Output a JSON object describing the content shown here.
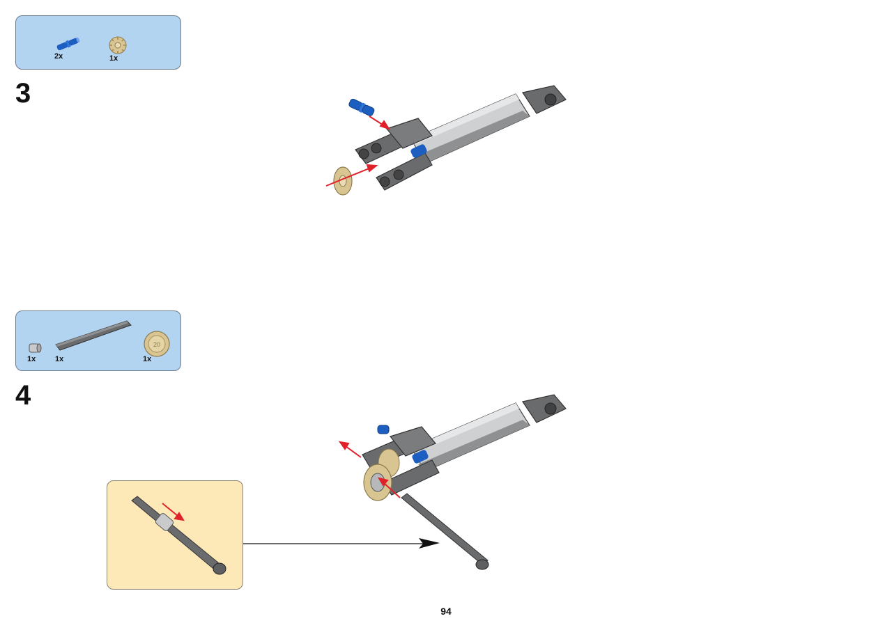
{
  "page_number": "94",
  "steps": [
    {
      "number": "3",
      "parts": [
        {
          "qty": "2x",
          "icon": "blue-pin-icon"
        },
        {
          "qty": "1x",
          "icon": "tan-gear-icon"
        }
      ]
    },
    {
      "number": "4",
      "parts": [
        {
          "qty": "1x",
          "icon": "bush-icon"
        },
        {
          "qty": "1x",
          "icon": "axle-icon"
        },
        {
          "qty": "1x",
          "icon": "tan-gear-icon"
        }
      ]
    }
  ],
  "colors": {
    "parts_box": "#b3d4f1",
    "callout": "#fde8b7",
    "arrow": "#e0202a",
    "pin_blue": "#1d5fc1",
    "gear_tan": "#d9c592",
    "dark_gray": "#5e5f61",
    "light_gray": "#c9cacb"
  }
}
